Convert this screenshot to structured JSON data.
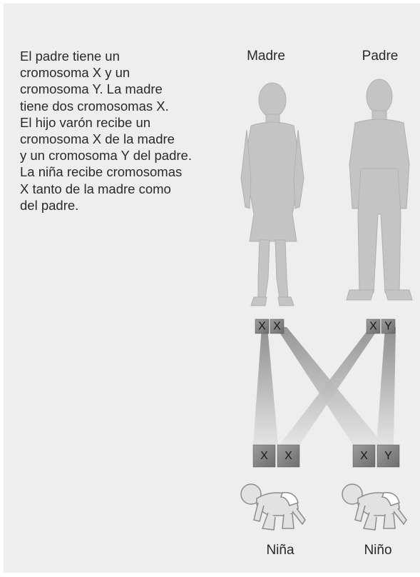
{
  "explanation": "El padre tiene un\ncromosoma X y un\ncromosoma Y. La madre\ntiene dos cromosomas X.\nEl hijo varón recibe un\ncromosoma X de la madre\ny un cromosoma Y del padre.\nLa niña recibe cromosomas\nX tanto de la madre como\ndel padre.",
  "parents": {
    "mother": {
      "label": "Madre",
      "chromosomes": [
        "X",
        "X"
      ]
    },
    "father": {
      "label": "Padre",
      "chromosomes": [
        "X",
        "Y"
      ]
    }
  },
  "children": {
    "girl": {
      "label": "Niña",
      "chromosomes": [
        "X",
        "X"
      ]
    },
    "boy": {
      "label": "Niño",
      "chromosomes": [
        "X",
        "Y"
      ]
    }
  },
  "colors": {
    "panel": "#eeeeee",
    "silhouette": "#c4c4c4",
    "chromosome_box": "#8a8a8a",
    "chromosome_box_light": "#a8a8a8"
  }
}
